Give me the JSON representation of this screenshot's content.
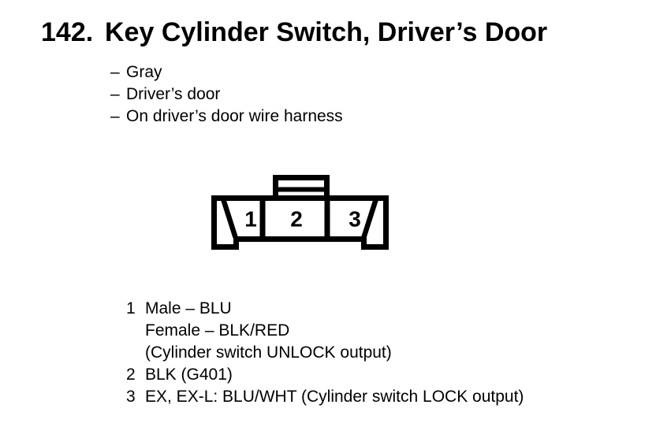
{
  "page": {
    "section_number": "142.",
    "title": "Key Cylinder Switch, Driver’s Door"
  },
  "attributes": [
    {
      "dash": "–",
      "text": "Gray"
    },
    {
      "dash": "–",
      "text": "Driver’s door"
    },
    {
      "dash": "–",
      "text": "On driver’s door wire harness"
    }
  ],
  "connector": {
    "pins": [
      "1",
      "2",
      "3"
    ]
  },
  "pin_legend": [
    {
      "pin": "1",
      "lines": [
        "Male – BLU",
        "Female – BLK/RED",
        "(Cylinder switch UNLOCK output)"
      ]
    },
    {
      "pin": "2",
      "lines": [
        "BLK (G401)"
      ]
    },
    {
      "pin": "3",
      "lines": [
        "EX, EX-L: BLU/WHT (Cylinder switch LOCK output)"
      ]
    }
  ],
  "colors": {
    "ink": "#000000",
    "background": "#ffffff"
  }
}
